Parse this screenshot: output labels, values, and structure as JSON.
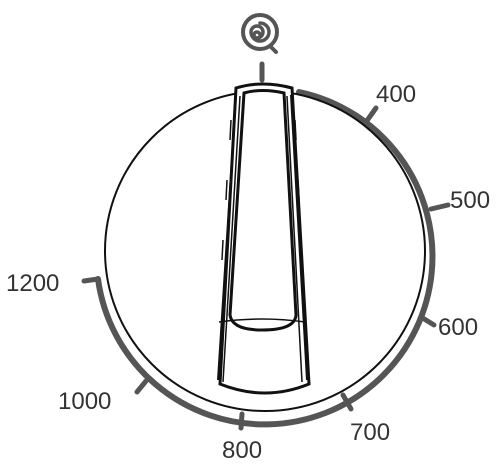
{
  "dial": {
    "mode_icon": "spiral-icon",
    "scale": {
      "labels": [
        "400",
        "500",
        "600",
        "700",
        "800",
        "1000",
        "1200"
      ]
    },
    "colors": {
      "scale_arc": "#555555",
      "outline": "#111111",
      "label": "#333333",
      "background": "#ffffff"
    }
  }
}
